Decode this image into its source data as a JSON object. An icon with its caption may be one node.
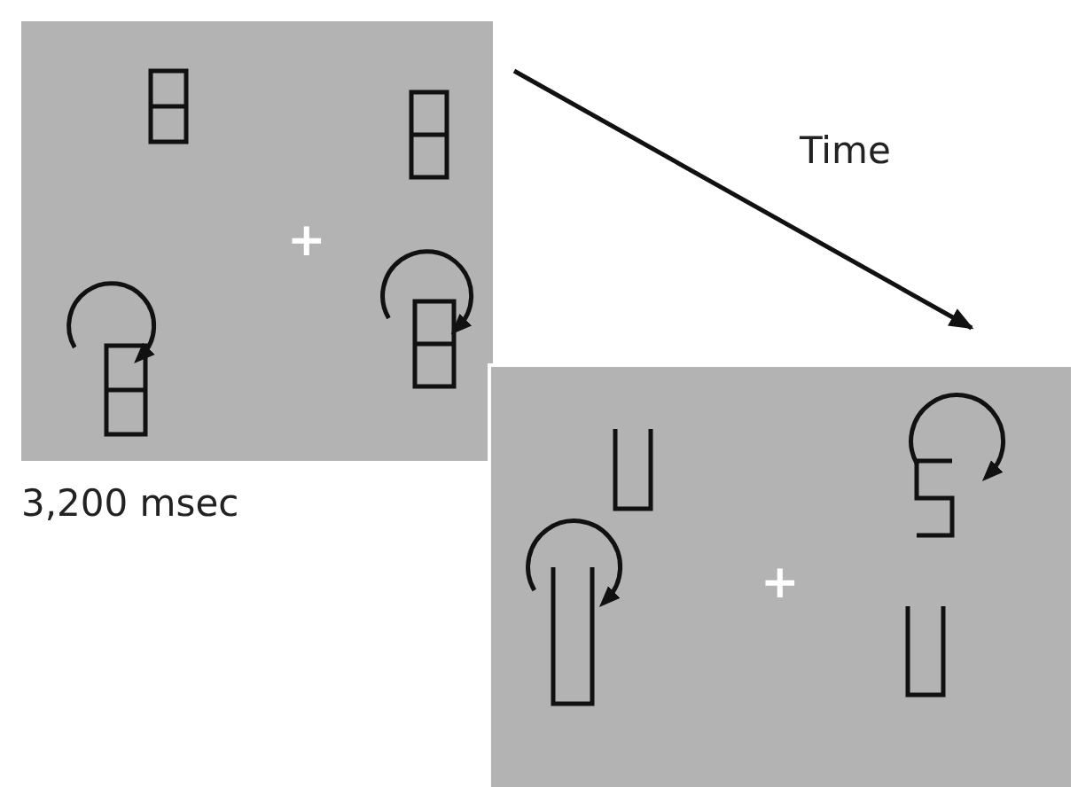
{
  "diagram": {
    "nodes": [
      {
        "text": [
          "+"
        ],
        "beside": [
          "3,200 msec"
        ]
      },
      {
        "text": [
          "+"
        ]
      }
    ],
    "edges": [
      {
        "from": 0,
        "to": 1,
        "arrow": "to",
        "label": "Time"
      }
    ]
  }
}
